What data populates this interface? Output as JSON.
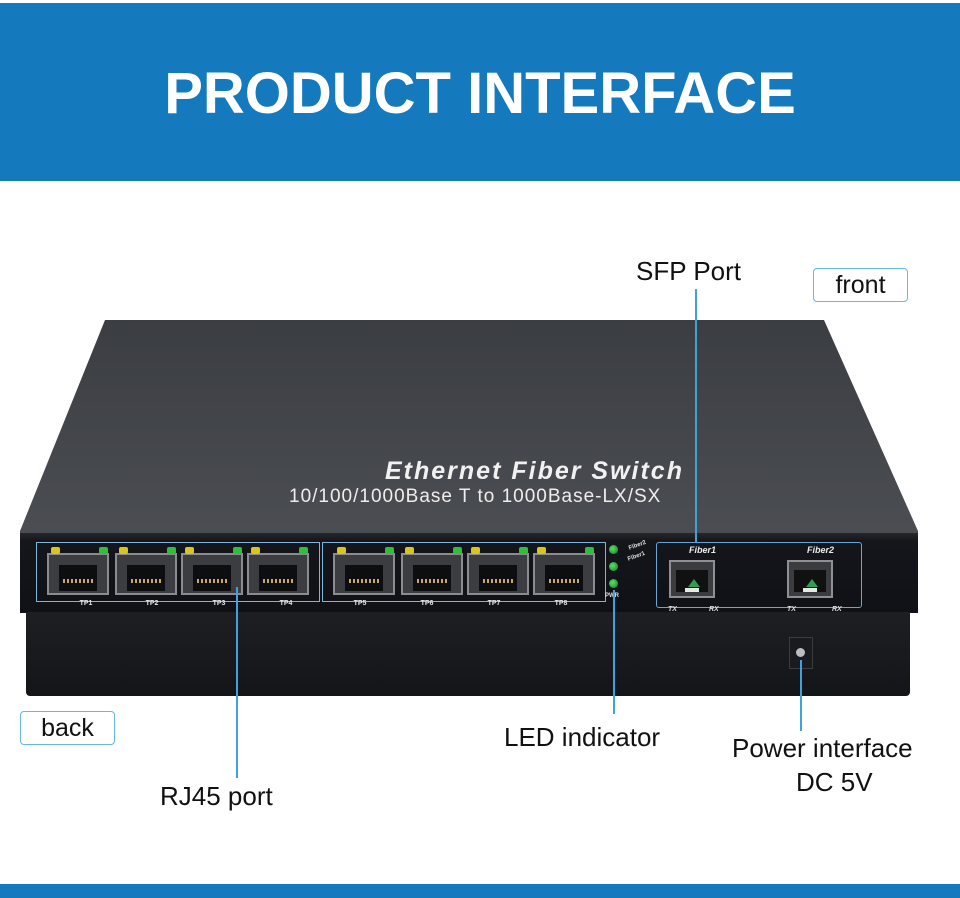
{
  "header": {
    "title": "PRODUCT INTERFACE"
  },
  "colors": {
    "band_blue": "#1479bd",
    "callout_line": "#3fa2dc",
    "tag_border": "#67b7e0"
  },
  "device": {
    "title": "Ethernet Fiber Switch",
    "subtitle": "10/100/1000Base T to 1000Base-LX/SX",
    "rj45_ports": [
      "TP1",
      "TP2",
      "TP3",
      "TP4",
      "TP5",
      "TP6",
      "TP7",
      "TP8"
    ],
    "status_leds": {
      "fiber2": "Fiber2",
      "fiber1": "Fiber1",
      "power": "PWR"
    },
    "sfp_ports": [
      {
        "name": "Fiber1",
        "tx": "TX",
        "rx": "RX"
      },
      {
        "name": "Fiber2",
        "tx": "TX",
        "rx": "RX"
      }
    ]
  },
  "callouts": {
    "sfp_port": "SFP Port",
    "rj45_port": "RJ45 port",
    "led_indicator": "LED indicator",
    "power_line1": "Power interface",
    "power_line2": "DC 5V"
  },
  "tags": {
    "front": "front",
    "back": "back"
  }
}
